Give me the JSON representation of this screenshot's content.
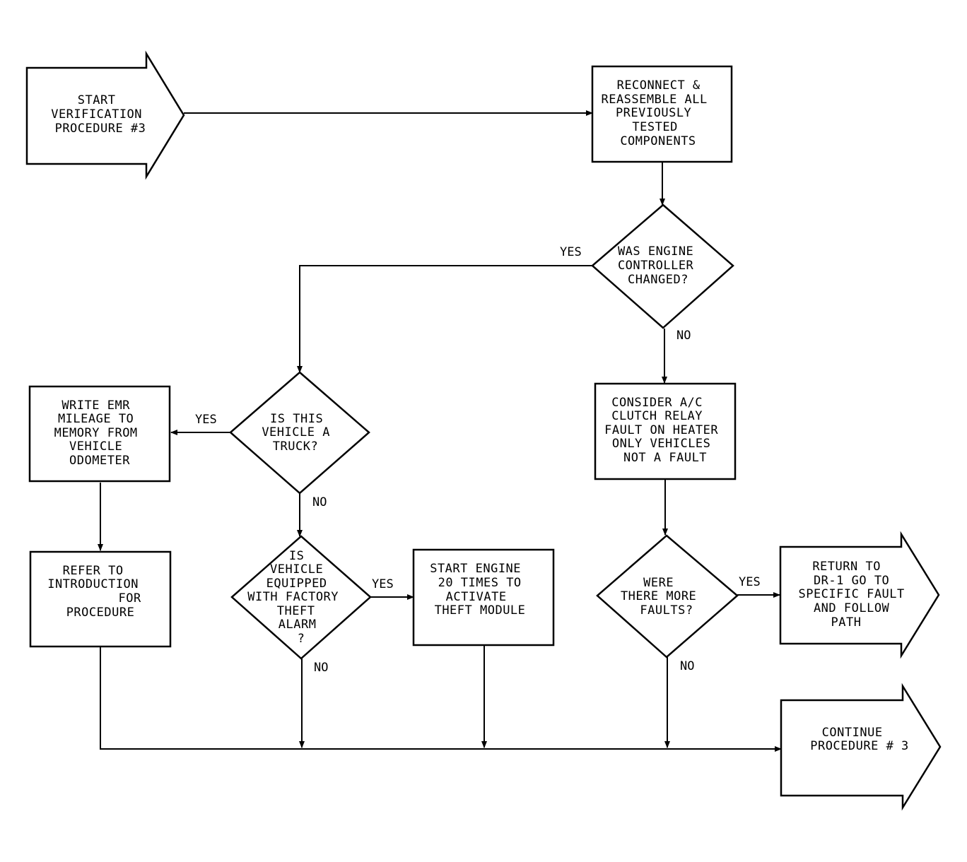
{
  "nodes": {
    "start": [
      "START",
      "VERIFICATION",
      "PROCEDURE #3"
    ],
    "reconnect": [
      "RECONNECT &",
      "REASSEMBLE ALL",
      "PREVIOUSLY",
      "TESTED",
      "COMPONENTS"
    ],
    "engine_controller": [
      "WAS ENGINE",
      "CONTROLLER",
      "CHANGED?"
    ],
    "truck": [
      "IS THIS",
      "VEHICLE A",
      "TRUCK?"
    ],
    "write_emr": [
      "WRITE EMR",
      "MILEAGE TO",
      "MEMORY FROM",
      "VEHICLE",
      "ODOMETER"
    ],
    "refer": [
      "REFER TO",
      "INTRODUCTION",
      "FOR",
      "PROCEDURE"
    ],
    "theft_alarm": [
      "IS",
      "VEHICLE",
      "EQUIPPED",
      "WITH FACTORY",
      "THEFT",
      "ALARM",
      "?"
    ],
    "start_engine": [
      "START ENGINE",
      "20 TIMES TO",
      "ACTIVATE",
      "THEFT MODULE"
    ],
    "consider_ac": [
      "CONSIDER A/C",
      "CLUTCH RELAY",
      "FAULT ON HEATER",
      "ONLY VEHICLES",
      "NOT A FAULT"
    ],
    "more_faults": [
      "WERE",
      "THERE MORE",
      "FAULTS?"
    ],
    "return": [
      "RETURN TO",
      "DR-1 GO TO",
      "SPECIFIC FAULT",
      "AND FOLLOW",
      "PATH"
    ],
    "continue": [
      "CONTINUE",
      "PROCEDURE # 3"
    ]
  },
  "labels": {
    "engine_yes": "YES",
    "engine_no": "NO",
    "truck_yes": "YES",
    "truck_no": "NO",
    "theft_yes": "YES",
    "theft_no": "NO",
    "faults_yes": "YES",
    "faults_no": "NO"
  }
}
